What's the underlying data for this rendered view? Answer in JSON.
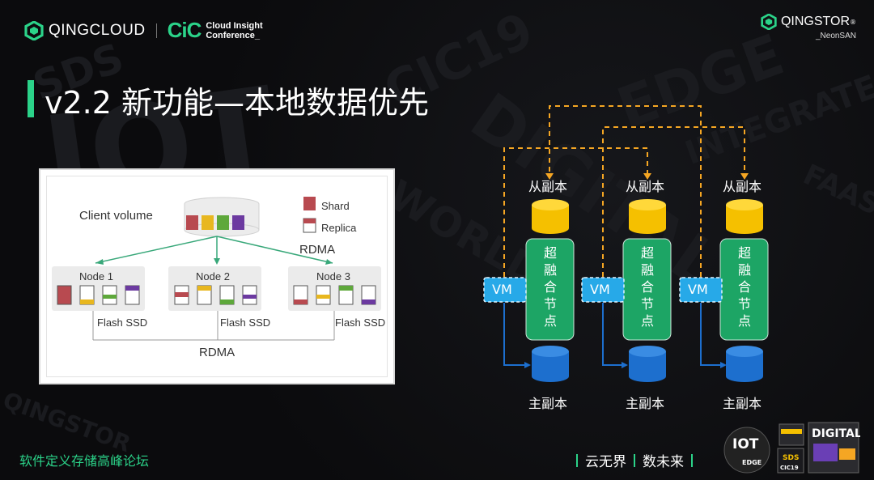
{
  "header": {
    "qingcloud_logo": "QINGCLOUD",
    "cic_mark": "CiC",
    "cic_line1": "Cloud Insight",
    "cic_line2": "Conference_",
    "qingstor_logo": "QINGSTOR",
    "qingstor_tm": "®",
    "neonsan": "_NeonSAN"
  },
  "title": "v2.2  新功能—本地数据优先",
  "left_diagram": {
    "client_volume": "Client volume",
    "legend_shard": "Shard",
    "legend_replica": "Replica",
    "rdma_top": "RDMA",
    "nodes": [
      "Node 1",
      "Node 2",
      "Node 3"
    ],
    "flash_ssd": [
      "Flash SSD",
      "Flash SSD",
      "Flash SSD"
    ],
    "rdma_bottom": "RDMA",
    "colors": {
      "red": "#b84a50",
      "yellow": "#e8b71f",
      "green": "#5ea83b",
      "purple": "#6c3aa0",
      "arrow": "#39a87a"
    }
  },
  "right_diagram": {
    "secondary_replica": "从副本",
    "primary_replica": "主副本",
    "node_label": [
      "超",
      "融",
      "合",
      "节",
      "点"
    ],
    "vm": "VM",
    "colors": {
      "node_green": "#1da565",
      "yellow_db": "#f5c000",
      "blue_db": "#1d6fce",
      "vm_blue": "#27a9e8",
      "dash_orange": "#f5a623"
    }
  },
  "footer": {
    "forum": "软件定义存储高峰论坛",
    "slogan1": "云无界",
    "slogan2": "数未来"
  },
  "watermarks": [
    "IOT",
    "SDS",
    "CIC19",
    "EDGE",
    "DIGITAL",
    "INTEGRATED",
    "FAAS",
    "QINGSTOR",
    "WORLD"
  ],
  "badges": [
    "IOT",
    "EDGE",
    "DIGITAL",
    "SDS",
    "CIC19"
  ]
}
